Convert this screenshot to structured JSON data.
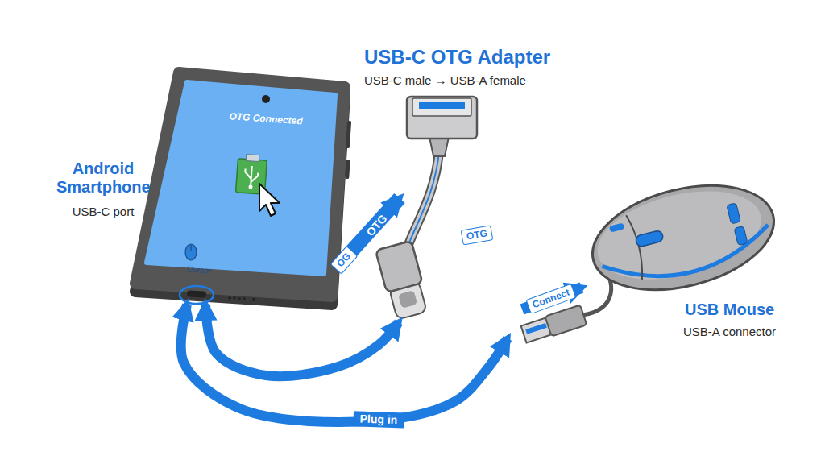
{
  "diagram": {
    "nodes": [
      {
        "text": [
          "Android Smartphone",
          "USB-C port"
        ]
      },
      {
        "text": [
          "USB-C OTG Adapter",
          "USB-C male → USB-A female"
        ]
      },
      {
        "text": [
          "USB Mouse",
          "USB-A connector"
        ]
      }
    ],
    "edges": [
      {
        "from": 0,
        "to": 1,
        "arrow": "both"
      },
      {
        "from": 0,
        "to": 2,
        "arrow": "both",
        "label": "Plug in"
      }
    ],
    "labels": [
      "OTG Connected",
      "Cursor",
      "OTG",
      "OG",
      "OTG",
      "Connect"
    ]
  }
}
